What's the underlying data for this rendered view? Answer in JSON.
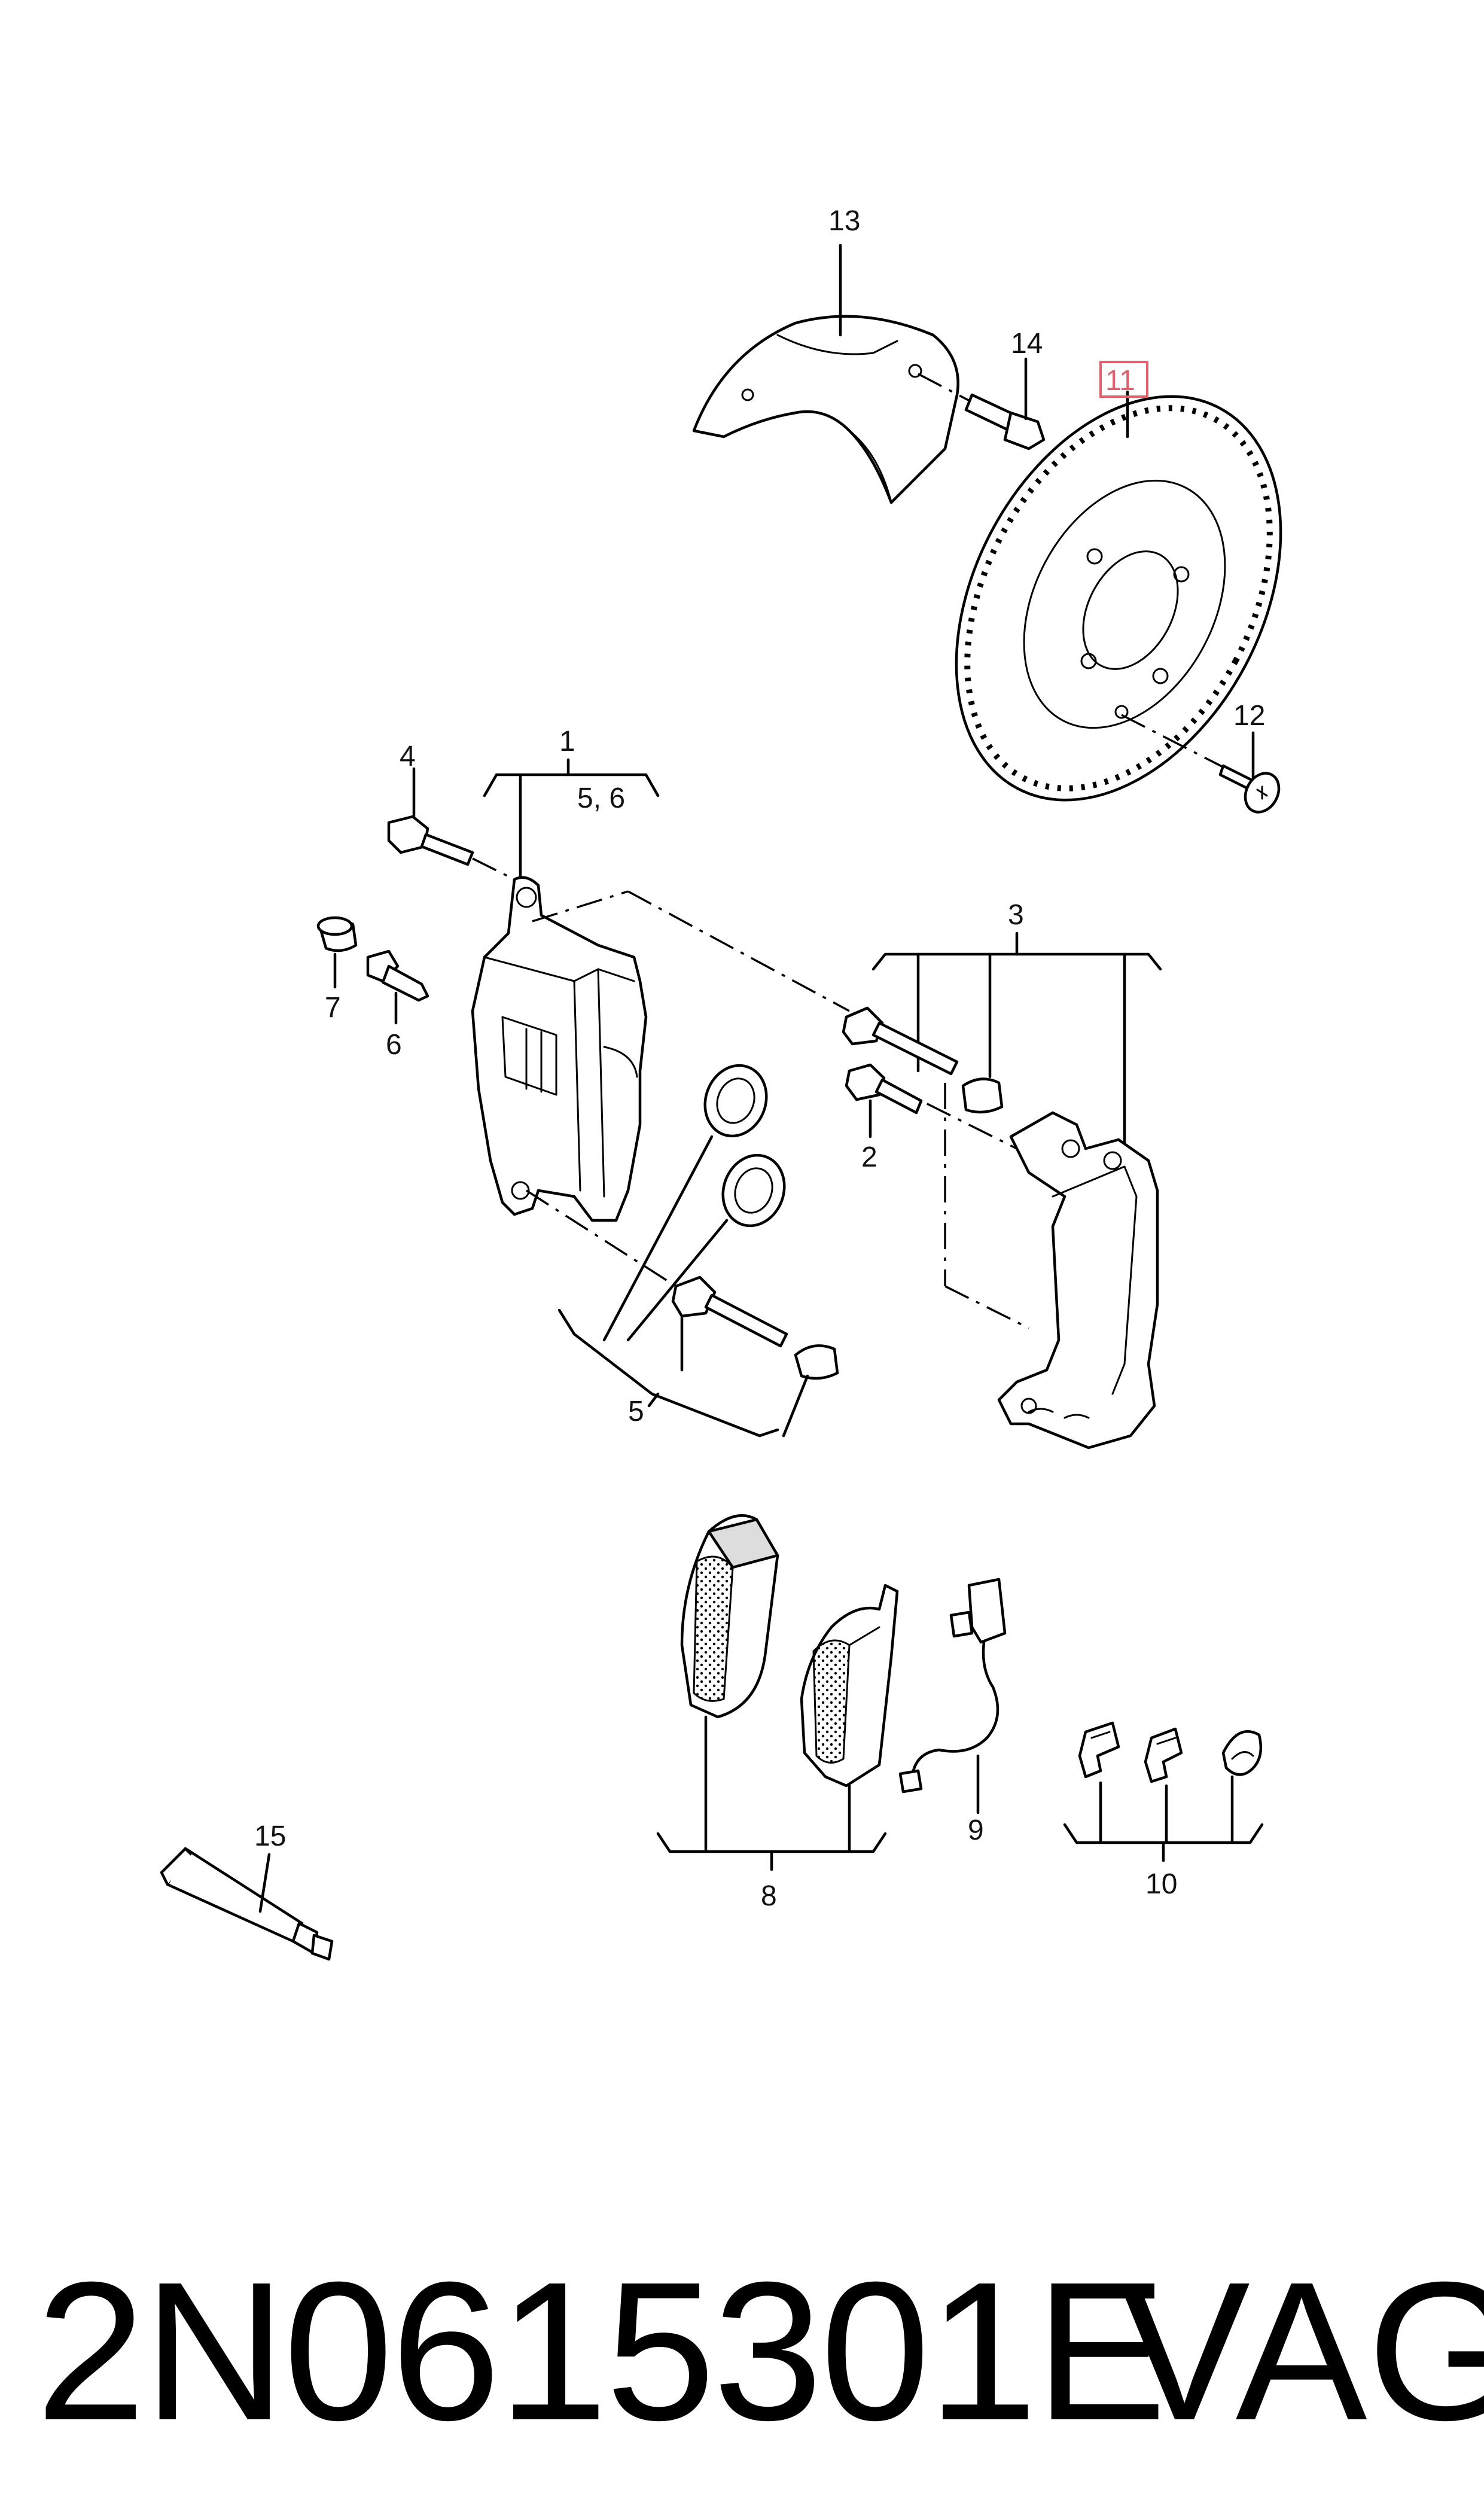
{
  "callouts": {
    "c1": "1",
    "c1_sub": "5, 6",
    "c2": "2",
    "c3": "3",
    "c4": "4",
    "c5": "5",
    "c6": "6",
    "c7": "7",
    "c8": "8",
    "c9": "9",
    "c10": "10",
    "c11": "11",
    "c12": "12",
    "c13": "13",
    "c14": "14",
    "c15": "15"
  },
  "highlighted_callout": "11",
  "highlight_color": "#e06070",
  "footer": {
    "part_number": "2N0615301E",
    "brand": "VAG"
  }
}
